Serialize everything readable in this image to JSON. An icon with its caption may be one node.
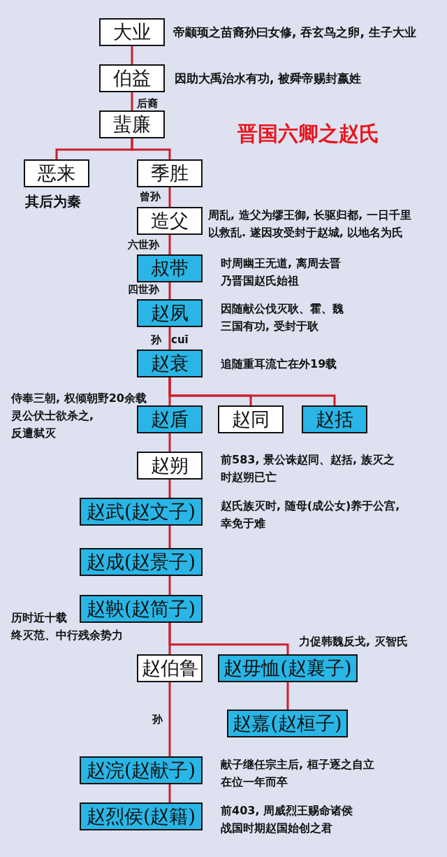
{
  "diagram": {
    "title": "晋国六卿之赵氏",
    "nodes": [
      {
        "text": [
          "大业"
        ],
        "beside": [
          "帝颛顼之苗裔孙曰女修, 吞玄鸟之卵, 生子大业"
        ]
      },
      {
        "text": [
          "伯益"
        ],
        "beside": [
          "因助大禹治水有功, 被舜帝赐封嬴姓"
        ]
      },
      {
        "text": [
          "蜚廉"
        ]
      },
      {
        "text": [
          "恶来"
        ],
        "beside": [
          "其后为秦"
        ]
      },
      {
        "text": [
          "季胜"
        ]
      },
      {
        "text": [
          "造父"
        ],
        "beside": [
          "周乱, 造父为缪王御, 长驱归都, 一日千里以救乱. 遂因攻受封于赵城, 以地名为氏"
        ]
      },
      {
        "text": [
          "叔带"
        ],
        "beside": [
          "时周幽王无道, 离周去晋乃晋国赵氏始祖"
        ]
      },
      {
        "text": [
          "赵夙"
        ],
        "beside": [
          "因随献公伐灭耿、霍、魏三国有功, 受封于耿"
        ]
      },
      {
        "text": [
          "赵衰"
        ],
        "beside": [
          "追随重耳流亡在外19载"
        ]
      },
      {
        "text": [
          "赵盾"
        ],
        "beside": [
          "侍奉三朝, 权倾朝野20余载灵公伏士欲杀之,反遭弑灭"
        ]
      },
      {
        "text": [
          "赵同"
        ]
      },
      {
        "text": [
          "赵括"
        ]
      },
      {
        "text": [
          "赵朔"
        ],
        "beside": [
          "前583, 景公诛赵同、赵括, 族灭之时赵朔已亡"
        ]
      },
      {
        "text": [
          "赵武(赵文子)"
        ],
        "beside": [
          "赵氏族灭时, 随母(成公女)养于公宫,幸免于难"
        ]
      },
      {
        "text": [
          "赵成(赵景子)"
        ]
      },
      {
        "text": [
          "赵鞅(赵简子)"
        ],
        "beside": [
          "历时近十载终灭范、中行残余势力"
        ]
      },
      {
        "text": [
          "赵伯鲁"
        ]
      },
      {
        "text": [
          "赵毋恤(赵襄子)"
        ],
        "beside": [
          "力促韩魏反戈, 灭智氏"
        ]
      },
      {
        "text": [
          "赵嘉(赵桓子)"
        ]
      },
      {
        "text": [
          "赵浣(赵献子)"
        ],
        "beside": [
          "献子继任宗主后, 桓子逐之自立在位一年而卒"
        ]
      },
      {
        "text": [
          "赵烈侯(赵籍)"
        ],
        "beside": [
          "前403, 周威烈王赐命诸侯战国时期赵国始创之君"
        ]
      }
    ],
    "edges": [
      {
        "from": 0,
        "to": 1,
        "arrow": "none"
      },
      {
        "from": 1,
        "to": 2,
        "arrow": "none",
        "label": "后裔"
      },
      {
        "from": 2,
        "to": 3,
        "arrow": "none"
      },
      {
        "from": 2,
        "to": 4,
        "arrow": "none"
      },
      {
        "from": 4,
        "to": 5,
        "arrow": "none",
        "label": "曾孙"
      },
      {
        "from": 5,
        "to": 6,
        "arrow": "none",
        "label": "六世孙"
      },
      {
        "from": 6,
        "to": 7,
        "arrow": "none",
        "label": "四世孙"
      },
      {
        "from": 7,
        "to": 8,
        "arrow": "none",
        "label": "孙"
      },
      {
        "from": 8,
        "to": 9,
        "arrow": "none"
      },
      {
        "from": 8,
        "to": 10,
        "arrow": "none"
      },
      {
        "from": 8,
        "to": 11,
        "arrow": "none"
      },
      {
        "from": 9,
        "to": 12,
        "arrow": "none"
      },
      {
        "from": 12,
        "to": 13,
        "arrow": "none"
      },
      {
        "from": 13,
        "to": 14,
        "arrow": "none"
      },
      {
        "from": 14,
        "to": 15,
        "arrow": "none"
      },
      {
        "from": 15,
        "to": 16,
        "arrow": "none"
      },
      {
        "from": 15,
        "to": 17,
        "arrow": "none"
      },
      {
        "from": 17,
        "to": 18,
        "arrow": "none"
      },
      {
        "from": 16,
        "to": 19,
        "arrow": "none",
        "label": "孙"
      },
      {
        "from": 19,
        "to": 20,
        "arrow": "none"
      }
    ],
    "labels": [
      "cuī"
    ]
  }
}
